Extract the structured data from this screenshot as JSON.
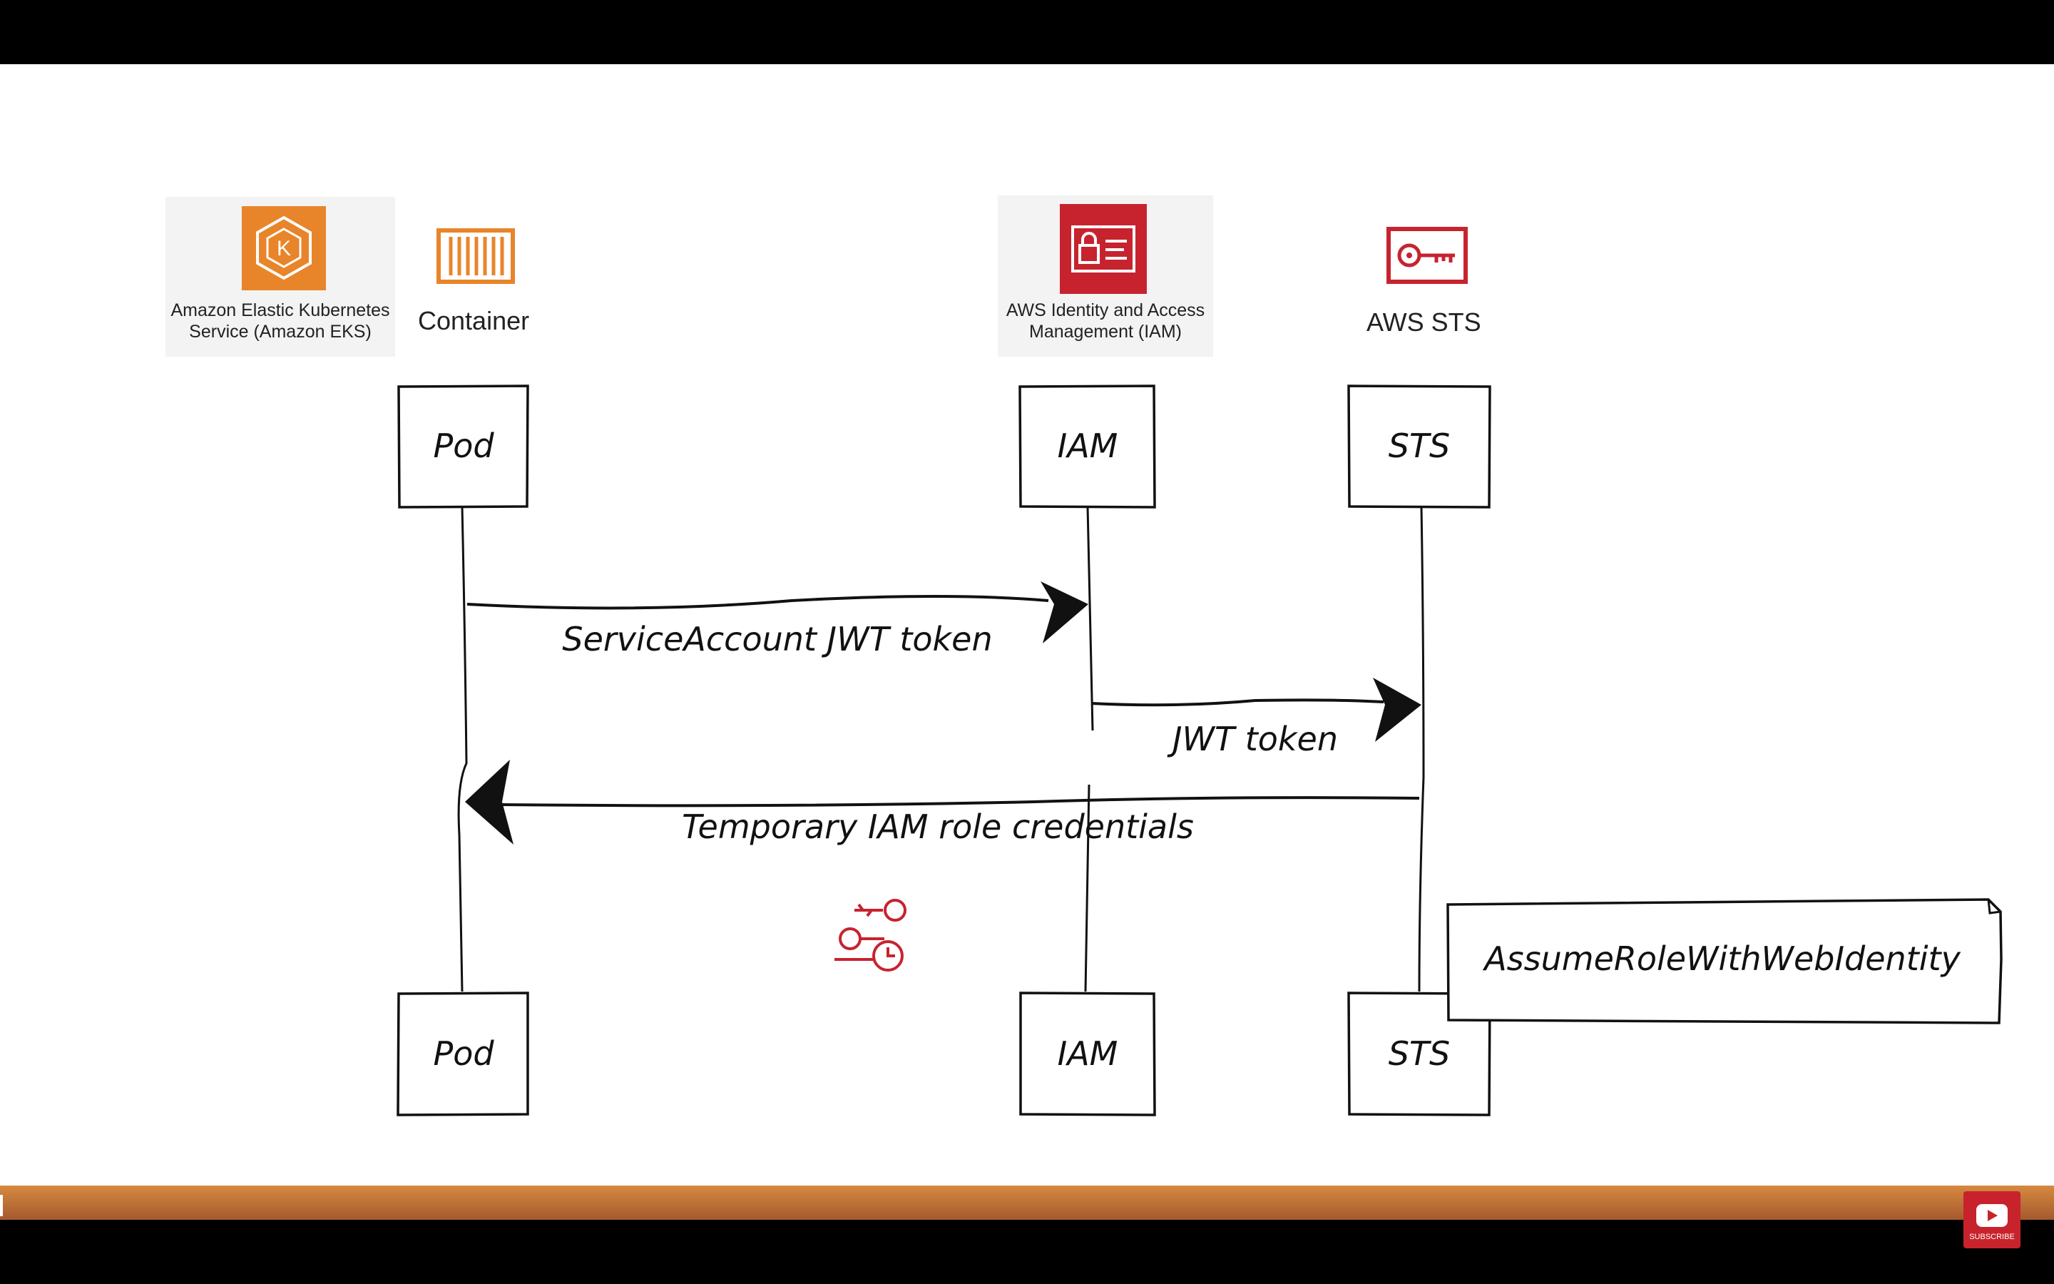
{
  "services": {
    "eks": {
      "label_line1": "Amazon Elastic Kubernetes",
      "label_line2": "Service (Amazon EKS)",
      "icon": "eks-icon",
      "color": "#e8852a"
    },
    "container": {
      "label": "Container",
      "icon": "container-icon",
      "color": "#e8852a"
    },
    "iam": {
      "label_line1": "AWS Identity and Access",
      "label_line2": "Management (IAM)",
      "icon": "iam-icon",
      "color": "#c7232f"
    },
    "sts": {
      "label": "AWS STS",
      "icon": "key-icon",
      "color": "#c7232f"
    }
  },
  "participants": {
    "pod": "Pod",
    "iam": "IAM",
    "sts": "STS"
  },
  "messages": {
    "m1": "ServiceAccount JWT token",
    "m2": "JWT token",
    "m3": "Temporary IAM role credentials"
  },
  "note": "AssumeRoleWithWebIdentity",
  "credentials_icon": "temporary-credentials-icon",
  "subscribe_label": "SUBSCRIBE"
}
